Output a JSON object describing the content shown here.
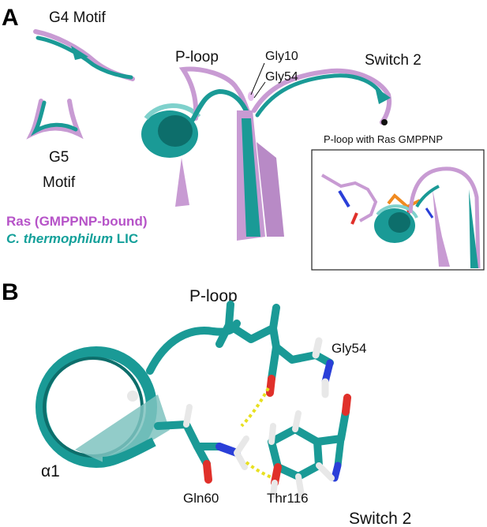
{
  "colors": {
    "ras": "#c89bd3",
    "ras_dark": "#9b6aa8",
    "lic": "#1a9a96",
    "lic_dark": "#0d6e6b",
    "legend_ras_text": "#b653c8",
    "legend_lic_text": "#14a09a",
    "oxygen": "#e0302a",
    "nitrogen": "#2a3fd8",
    "hydrogen": "#e8e8e8",
    "hbond": "#e8e020",
    "phosphate": "#f08a20"
  },
  "panel_a": {
    "letter": "A",
    "labels": {
      "g4_motif": "G4 Motif",
      "p_loop": "P-loop",
      "gly10": "Gly10",
      "gly54": "Gly54",
      "switch2": "Switch 2",
      "g5_line1": "G5",
      "g5_line2": "Motif"
    },
    "legend": {
      "ras": "Ras (GMPPNP-bound)",
      "lic_italic": "C. thermophilum",
      "lic_rest": " LIC"
    },
    "inset": {
      "title": "P-loop with Ras GMPPNP"
    },
    "icons": [
      "ribbon-structure",
      "beta-sheet-arrow",
      "helix-ribbon"
    ]
  },
  "panel_b": {
    "letter": "B",
    "labels": {
      "p_loop": "P-loop",
      "gly54": "Gly54",
      "alpha1": "α1",
      "gln60": "Gln60",
      "thr116": "Thr116",
      "switch2": "Switch 2"
    },
    "icons": [
      "helix-ribbon",
      "stick-model",
      "hydrogen-bond"
    ]
  }
}
